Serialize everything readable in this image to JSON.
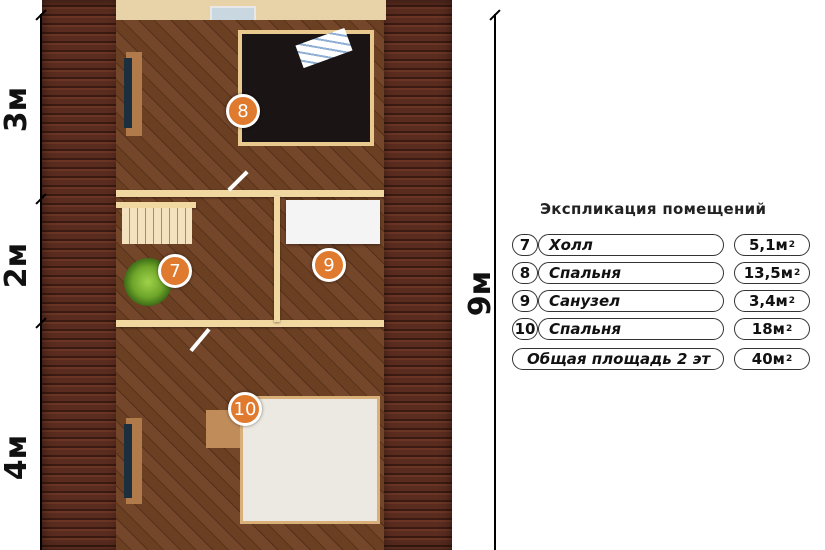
{
  "dimensions": {
    "segments": [
      "3м",
      "2м",
      "4м"
    ],
    "total": "9м"
  },
  "rooms": [
    {
      "number": "8"
    },
    {
      "number": "7"
    },
    {
      "number": "9"
    },
    {
      "number": "10"
    }
  ],
  "legend": {
    "title": "Экспликация помещений",
    "rows": [
      {
        "number": "7",
        "name": "Холл",
        "area": "5,1м",
        "unit_sup": "2"
      },
      {
        "number": "8",
        "name": "Спальня",
        "area": "13,5м",
        "unit_sup": "2"
      },
      {
        "number": "9",
        "name": "Санузел",
        "area": "3,4м",
        "unit_sup": "2"
      },
      {
        "number": "10",
        "name": "Спальня",
        "area": "18м",
        "unit_sup": "2"
      }
    ],
    "total": {
      "label": "Общая площадь 2 эт",
      "area": "40м",
      "unit_sup": "2"
    }
  },
  "colors": {
    "marker": "#e07a2e",
    "wall": "#4a2418",
    "floor": "#6b3f22",
    "inner_wall": "#f1d7a0"
  }
}
